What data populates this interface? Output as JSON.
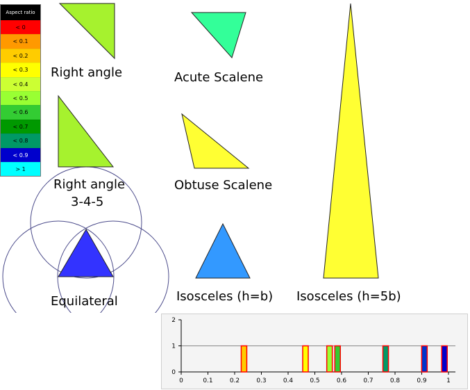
{
  "legend": {
    "title": "Aspect ratio",
    "rows": [
      {
        "label": "< 0",
        "color": "#ff0000"
      },
      {
        "label": "< 0.1",
        "color": "#ff9900"
      },
      {
        "label": "< 0.2",
        "color": "#ffcc00"
      },
      {
        "label": "< 0.3",
        "color": "#ffff00"
      },
      {
        "label": "< 0.4",
        "color": "#ccff33"
      },
      {
        "label": "< 0.5",
        "color": "#99ff33"
      },
      {
        "label": "< 0.6",
        "color": "#33cc33"
      },
      {
        "label": "< 0.7",
        "color": "#009900"
      },
      {
        "label": "< 0.8",
        "color": "#009966"
      },
      {
        "label": "< 0.9",
        "color": "#0000cc"
      },
      {
        "label": "> 1",
        "color": "#00ffff"
      }
    ]
  },
  "shapes": {
    "right_angle": {
      "label": "Right angle",
      "color": "#a6f22e"
    },
    "right_angle_345": {
      "label_line1": "Right angle",
      "label_line2": "3-4-5",
      "color": "#a6f22e"
    },
    "acute_scalene": {
      "label": "Acute Scalene",
      "color": "#33ff99"
    },
    "obtuse_scalene": {
      "label": "Obtuse Scalene",
      "color": "#ffff33"
    },
    "isosceles_hb": {
      "label": "Isosceles (h=b)",
      "color": "#3399ff"
    },
    "isosceles_h5b": {
      "label": "Isosceles (h=5b)",
      "color": "#ffff33"
    },
    "equilateral": {
      "label": "Equilateral",
      "color": "#3333ff"
    }
  },
  "chart_data": {
    "type": "bar",
    "x_ticks": [
      "0",
      "0.1",
      "0.2",
      "0.3",
      "0.4",
      "0.5",
      "0.6",
      "0.7",
      "0.8",
      "0.9",
      "1"
    ],
    "y_ticks": [
      "0",
      "1",
      "2"
    ],
    "xlim": [
      0,
      1
    ],
    "ylim": [
      0,
      2
    ],
    "reference_line": 1,
    "bars": [
      {
        "x": 0.235,
        "value": 1,
        "color": "#ffcc00"
      },
      {
        "x": 0.465,
        "value": 1,
        "color": "#ffff00"
      },
      {
        "x": 0.555,
        "value": 1,
        "color": "#99ff33"
      },
      {
        "x": 0.585,
        "value": 1,
        "color": "#33cc33"
      },
      {
        "x": 0.765,
        "value": 1,
        "color": "#009966"
      },
      {
        "x": 0.91,
        "value": 1,
        "color": "#0033cc"
      },
      {
        "x": 0.985,
        "value": 1,
        "color": "#0000cc"
      }
    ],
    "bar_border_color": "#ff0000"
  }
}
